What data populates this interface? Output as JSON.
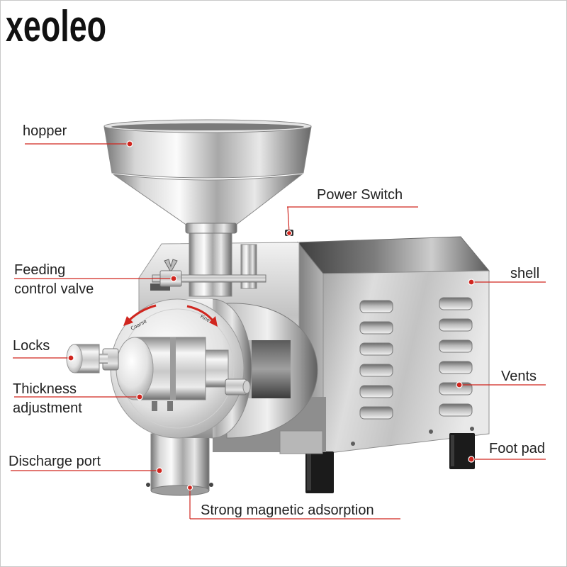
{
  "brand": {
    "logo": "xeoleo"
  },
  "labels": {
    "hopper": "hopper",
    "power_switch": "Power Switch",
    "feeding_control_valve": [
      "Feeding",
      "control valve"
    ],
    "shell": "shell",
    "locks": "Locks",
    "vents": "Vents",
    "thickness_adjustment": [
      "Thickness",
      "adjustment"
    ],
    "foot_pad": "Foot pad",
    "discharge_port": "Discharge port",
    "strong_magnetic_adsorption": "Strong magnetic adsorption"
  },
  "machine_markings": {
    "coarse": "Coarse",
    "fine": "Fine"
  },
  "colors": {
    "leader_line": "#d0261f",
    "label_text": "#222222",
    "logo": "#111111",
    "foot_pad": "#1b1b1b"
  }
}
